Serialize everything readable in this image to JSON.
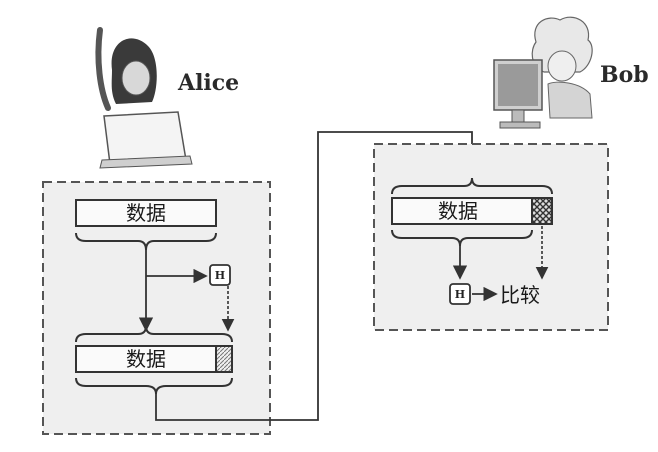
{
  "sender": {
    "name": "Alice",
    "data_block_top": "数据",
    "hash_box": "H",
    "data_block_bottom": "数据"
  },
  "receiver": {
    "name": "Bob",
    "data_block": "数据",
    "hash_box": "H",
    "compare_label": "比较"
  }
}
